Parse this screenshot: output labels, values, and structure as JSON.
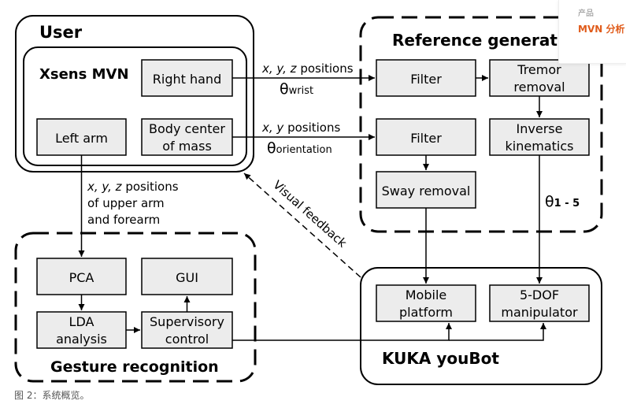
{
  "diagram": {
    "groups": {
      "user": "User",
      "xsens": "Xsens MVN",
      "reference": "Reference generation",
      "gesture": "Gesture recognition",
      "kuka": "KUKA youBot"
    },
    "boxes": {
      "right_hand": "Right hand",
      "left_arm": "Left arm",
      "body_center_1": "Body center",
      "body_center_2": "of mass",
      "filter_1": "Filter",
      "filter_2": "Filter",
      "tremor_1": "Tremor",
      "tremor_2": "removal",
      "inverse_1": "Inverse",
      "inverse_2": "kinematics",
      "sway": "Sway removal",
      "pca": "PCA",
      "gui": "GUI",
      "lda_1": "LDA",
      "lda_2": "analysis",
      "supervisory_1": "Supervisory",
      "supervisory_2": "control",
      "mobile_1": "Mobile",
      "mobile_2": "platform",
      "manip_1": "5-DOF",
      "manip_2": "manipulator"
    },
    "labels": {
      "xyz_prefix": "x, y, z",
      "xyz_suffix": " positions",
      "theta_wrist": "θ",
      "wrist_sub": "wrist",
      "xy_prefix": "x, y",
      "xy_suffix": " positions",
      "theta_orientation": "θ",
      "orientation_sub": "orientation",
      "upper_1_prefix": "x, y, z",
      "upper_1_suffix": " positions",
      "upper_2": "of upper arm",
      "upper_3": "and forearm",
      "visual_feedback": "Visual feedback",
      "theta_15": "θ",
      "theta_15_sub": "1 - 5"
    }
  },
  "caption": "图 2：系统概览。",
  "tag": {
    "category": "产品",
    "product": "MVN 分析"
  }
}
